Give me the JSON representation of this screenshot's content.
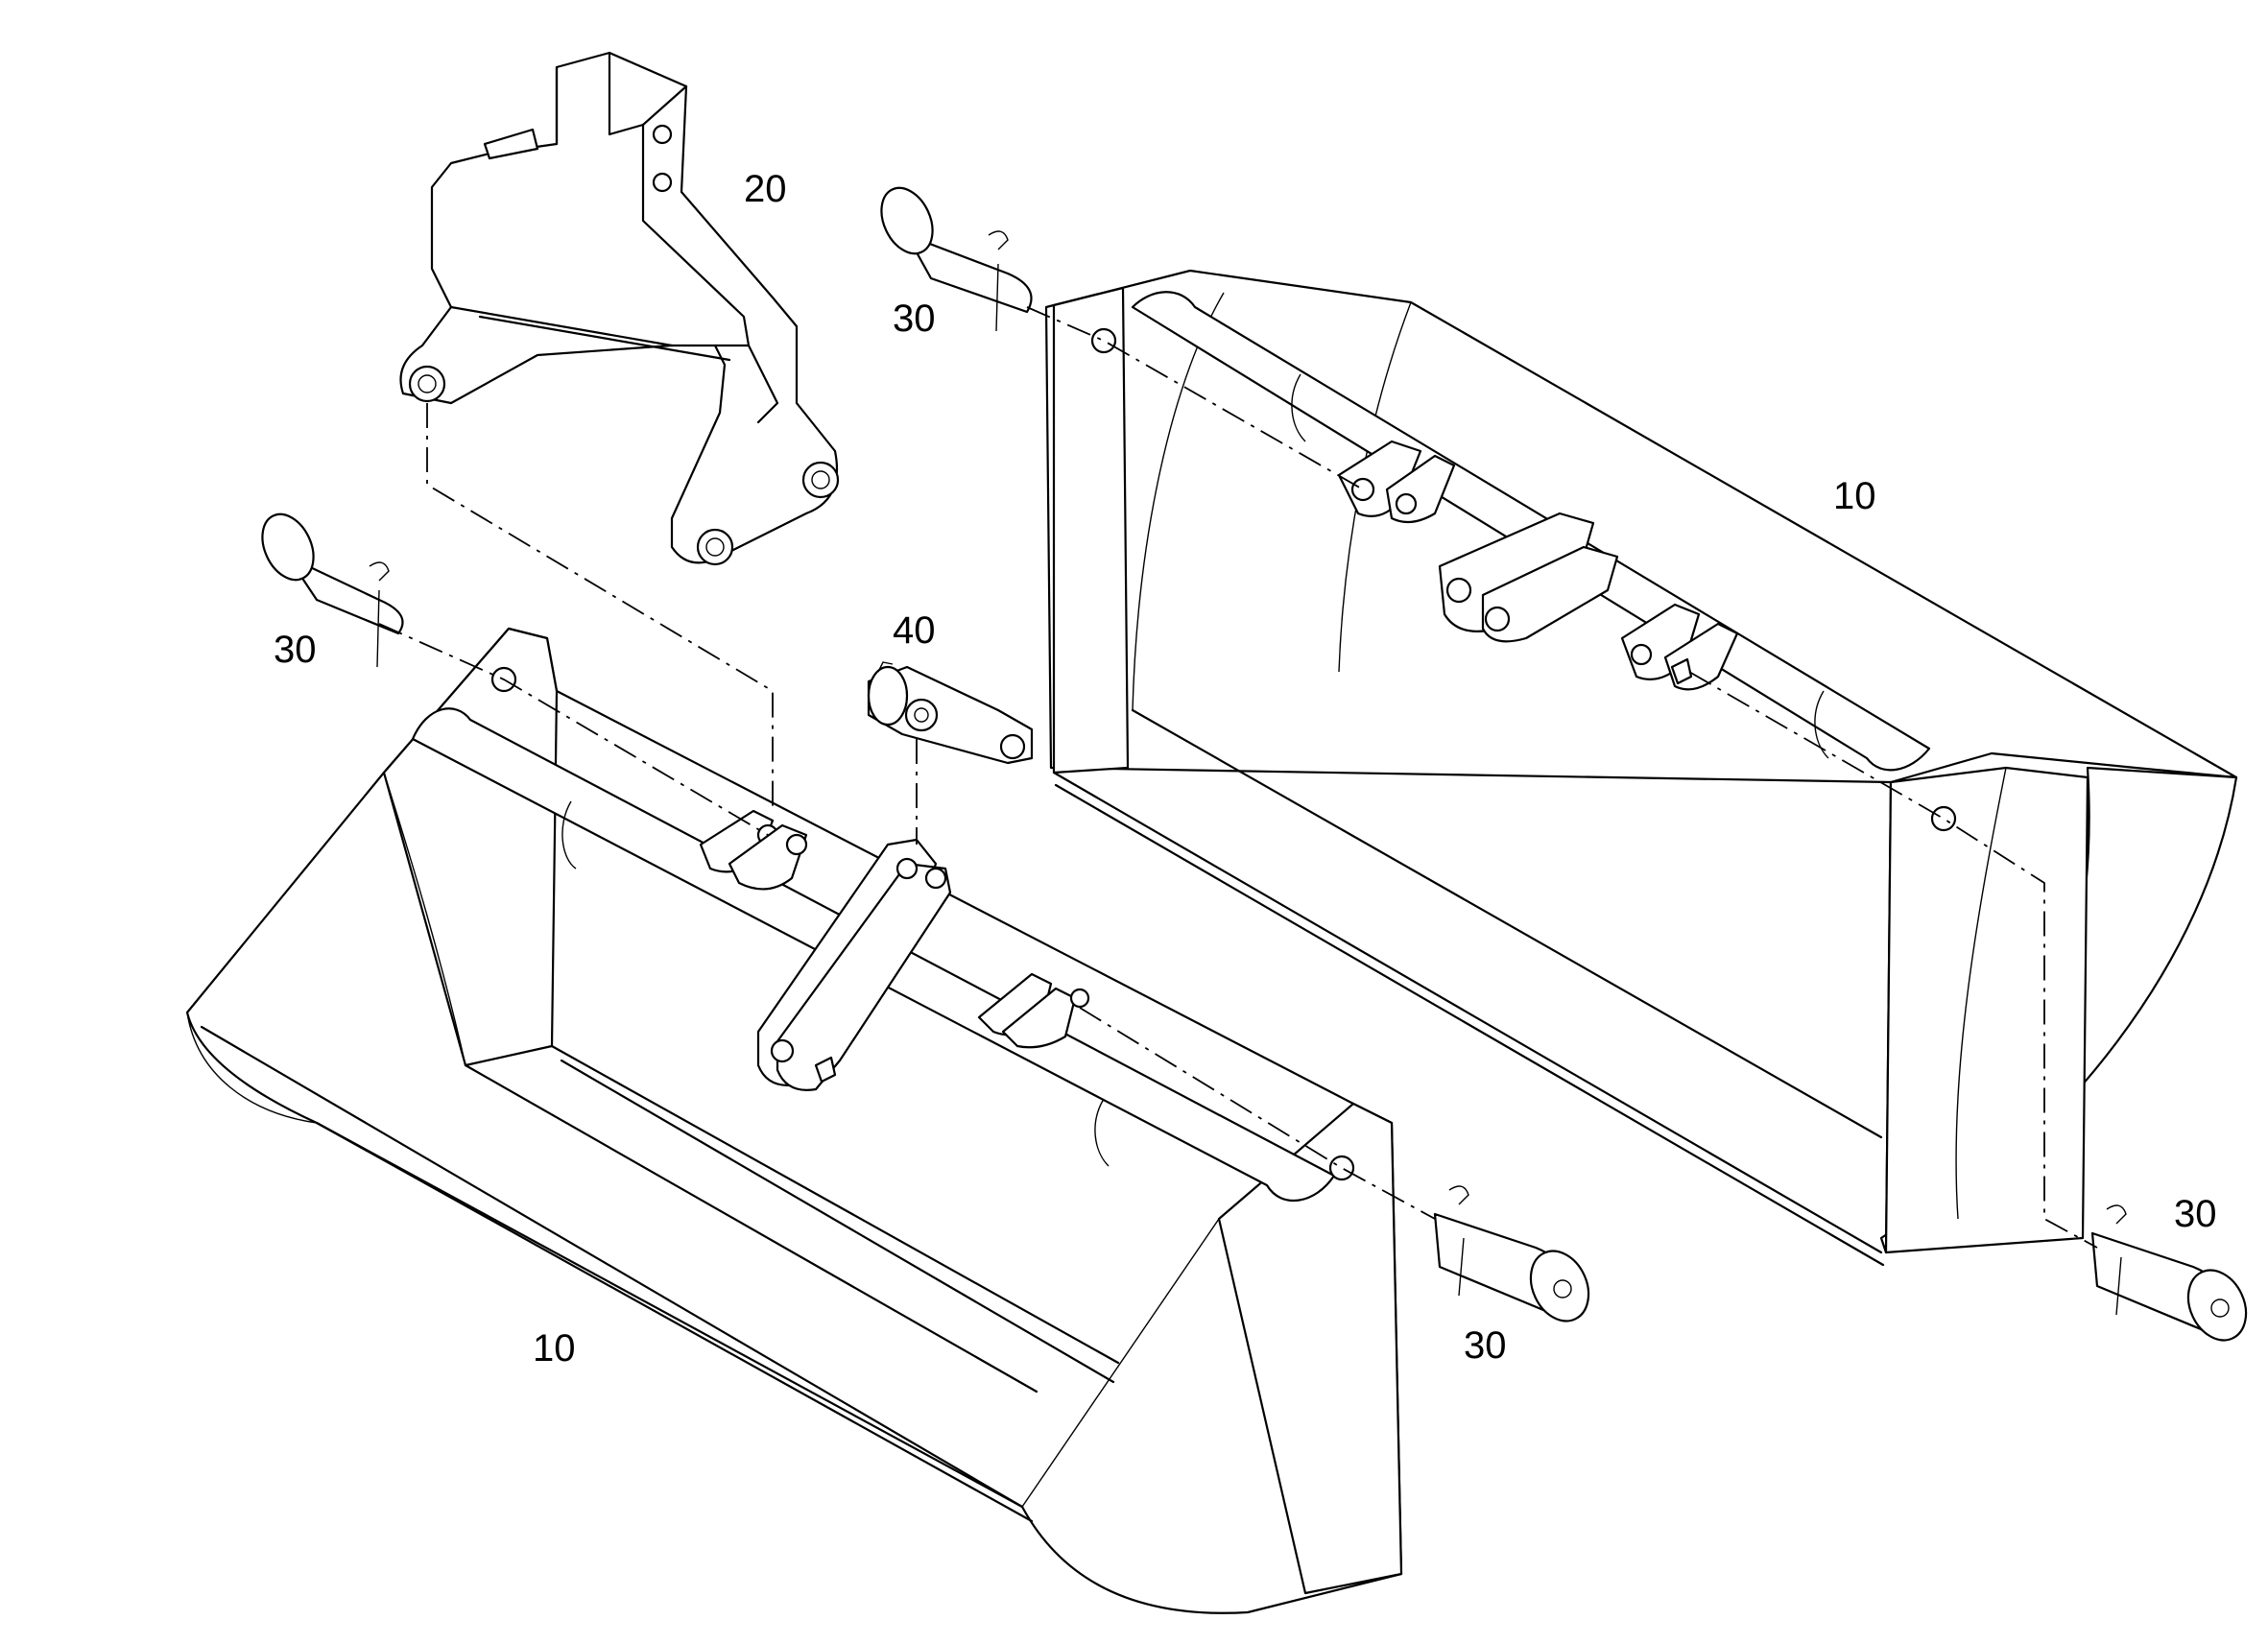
{
  "callouts": {
    "bucket_right": "10",
    "bucket_left": "10",
    "adapter": "20",
    "pin_top": "30",
    "pin_left": "30",
    "pin_bottom_middle": "30",
    "pin_bottom_right": "30",
    "link": "40"
  }
}
